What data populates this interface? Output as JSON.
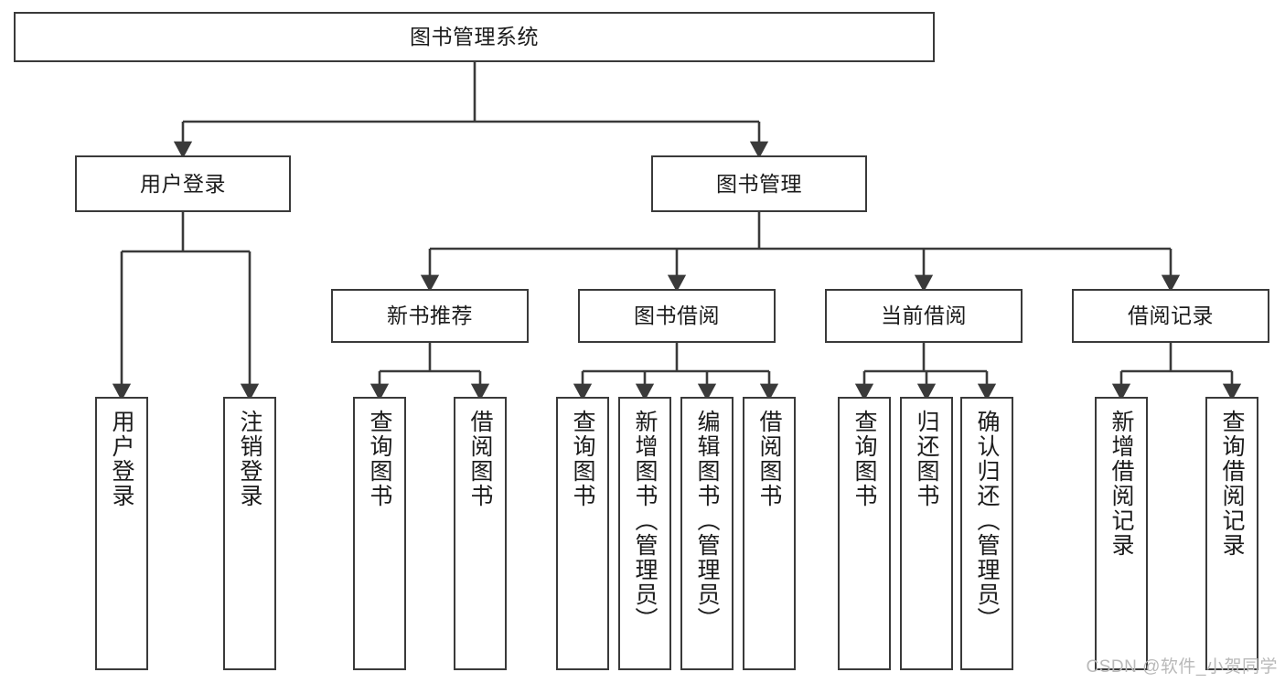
{
  "diagram": {
    "title": "图书管理系统",
    "watermark": "CSDN @软件_小贺同学",
    "colors": {
      "stroke": "#3a3a3a",
      "text": "#1b1b1b",
      "background": "#ffffff",
      "watermark": "#b9b9b9"
    },
    "levels": {
      "root": {
        "label": "图书管理系统"
      },
      "level2": [
        {
          "label": "用户登录"
        },
        {
          "label": "图书管理"
        }
      ],
      "level3": [
        {
          "label": "新书推荐"
        },
        {
          "label": "图书借阅"
        },
        {
          "label": "当前借阅"
        },
        {
          "label": "借阅记录"
        }
      ],
      "leaves": {
        "user_login": [
          {
            "label": "用户登录"
          },
          {
            "label": "注销登录"
          }
        ],
        "new_book_recommend": [
          {
            "label": "查询图书"
          },
          {
            "label": "借阅图书"
          }
        ],
        "book_borrow": [
          {
            "label": "查询图书"
          },
          {
            "label": "新增图书（管理员）"
          },
          {
            "label": "编辑图书（管理员）"
          },
          {
            "label": "借阅图书"
          }
        ],
        "current_borrow": [
          {
            "label": "查询图书"
          },
          {
            "label": "归还图书"
          },
          {
            "label": "确认归还（管理员）"
          }
        ],
        "borrow_record": [
          {
            "label": "新增借阅记录"
          },
          {
            "label": "查询借阅记录"
          }
        ]
      }
    }
  }
}
